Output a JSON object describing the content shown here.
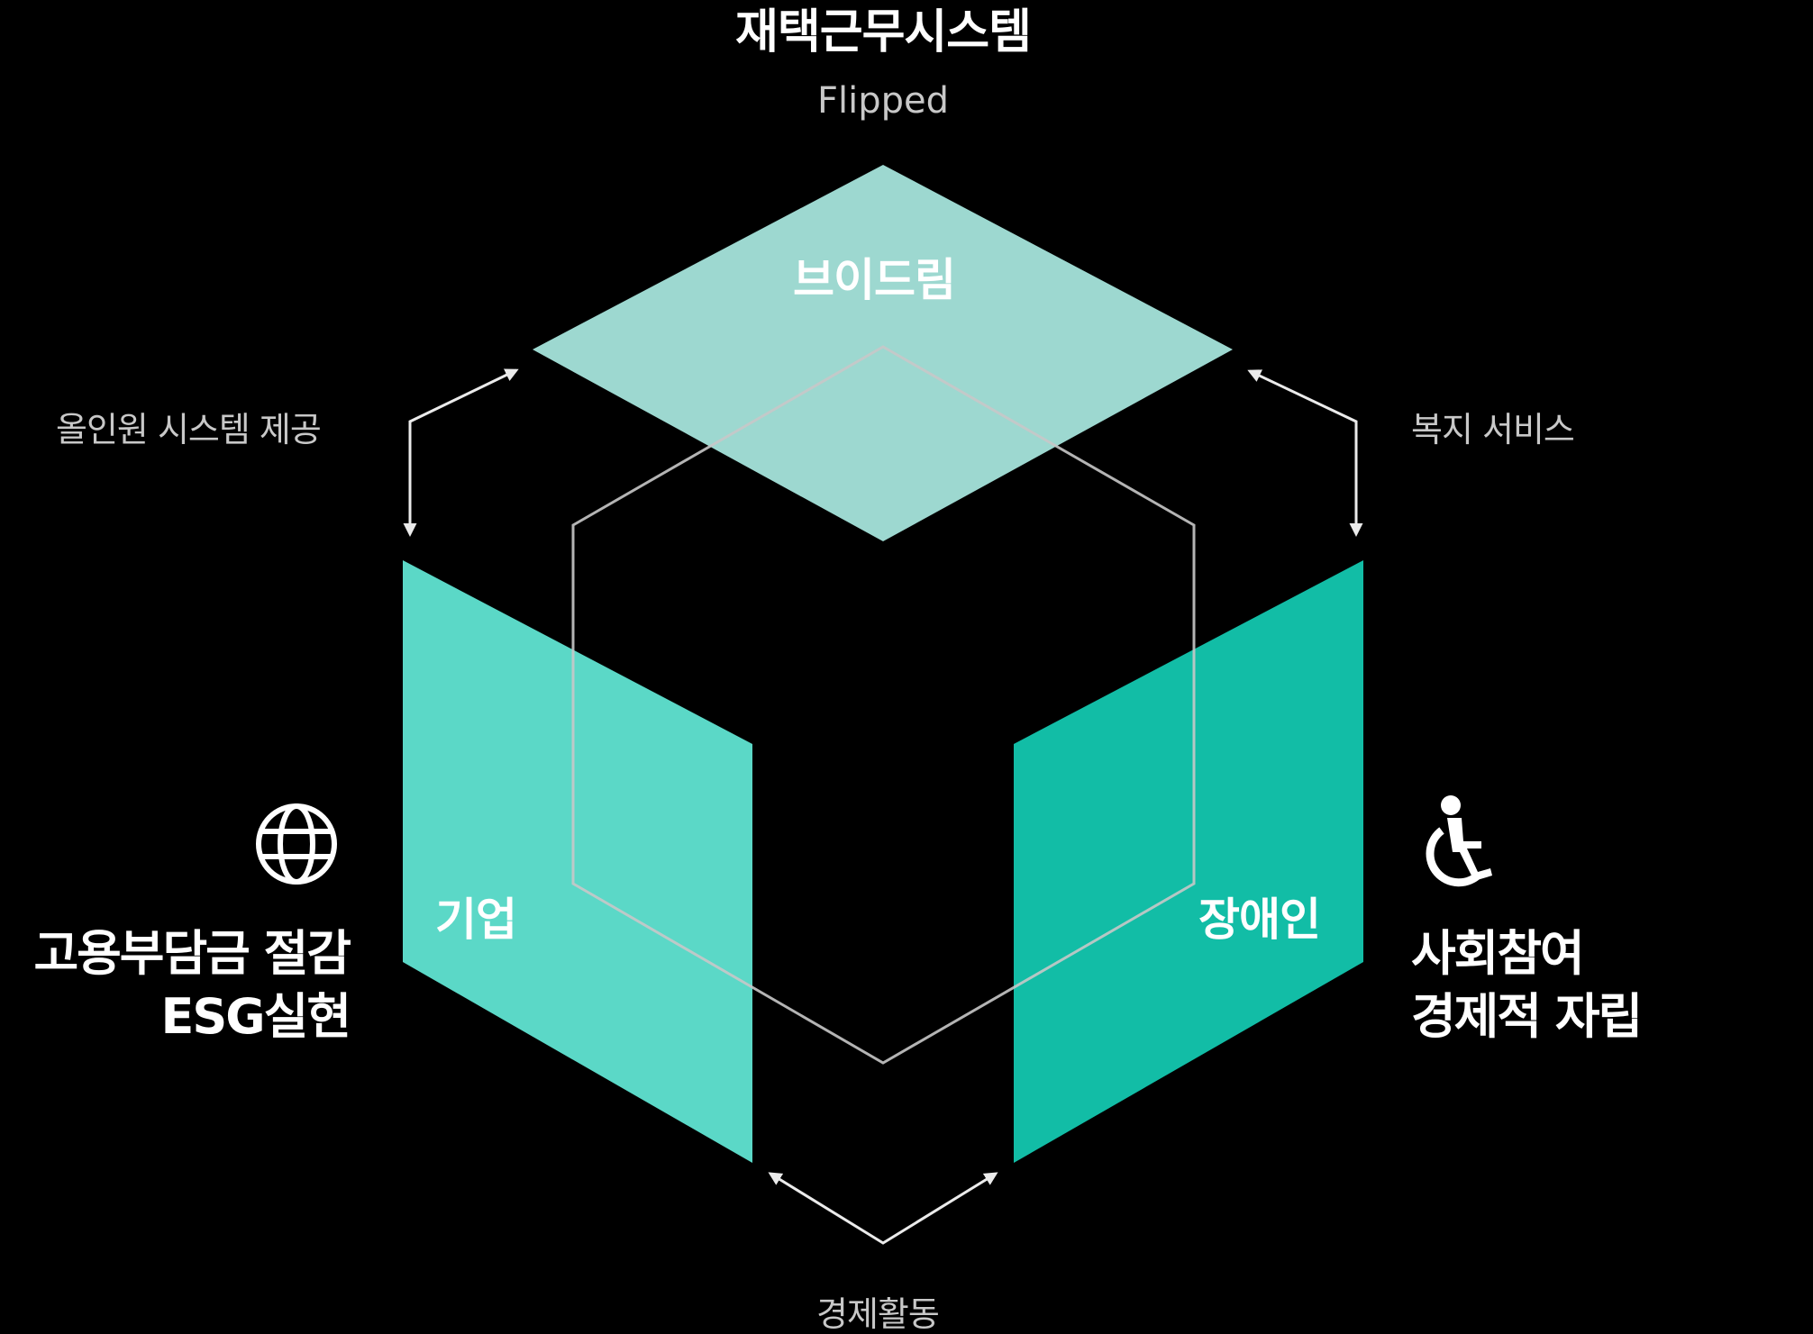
{
  "header": {
    "title": "재택근무시스템",
    "subtitle": "Flipped"
  },
  "faces": {
    "top": {
      "label": "브이드림",
      "color": "#9DD8D0"
    },
    "left": {
      "label": "기업",
      "color": "#5BD8C7"
    },
    "right": {
      "label": "장애인",
      "color": "#12BDA6"
    }
  },
  "edges": {
    "top_left": "올인원 시스템 제공",
    "top_right": "복지 서비스",
    "bottom": "경제활동"
  },
  "sides": {
    "left": {
      "icon": "globe-icon",
      "lines": [
        "고용부담금 절감",
        "ESG실현"
      ]
    },
    "right": {
      "icon": "wheelchair-icon",
      "lines": [
        "사회참여",
        "경제적 자립"
      ]
    }
  },
  "colors": {
    "background": "#000000",
    "hexagon_line": "#C8C8C8",
    "arrow": "#EBEBEB",
    "text_primary": "#FFFFFF",
    "text_secondary": "#C8C8C8"
  }
}
